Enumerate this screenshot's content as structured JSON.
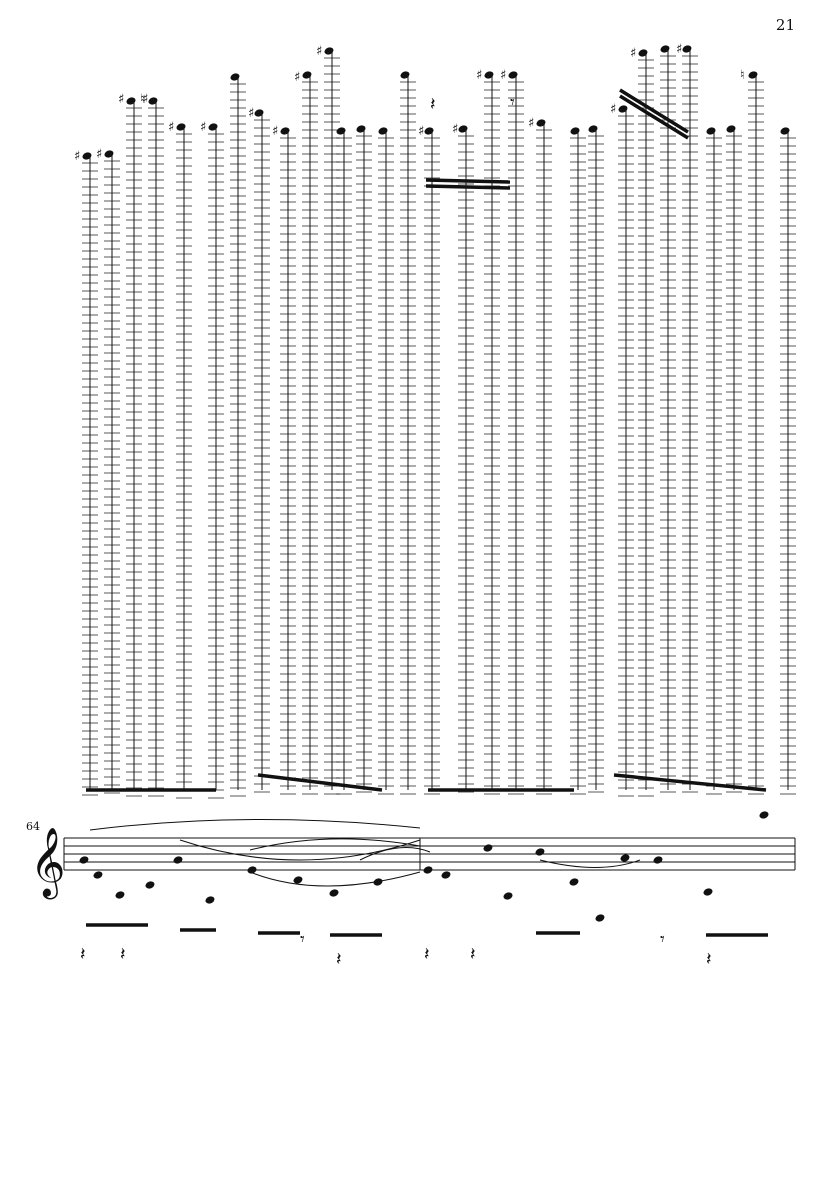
{
  "page_number": "21",
  "system": {
    "measure_number": "64",
    "clef": "treble-clef",
    "ink_color": "#111111"
  }
}
